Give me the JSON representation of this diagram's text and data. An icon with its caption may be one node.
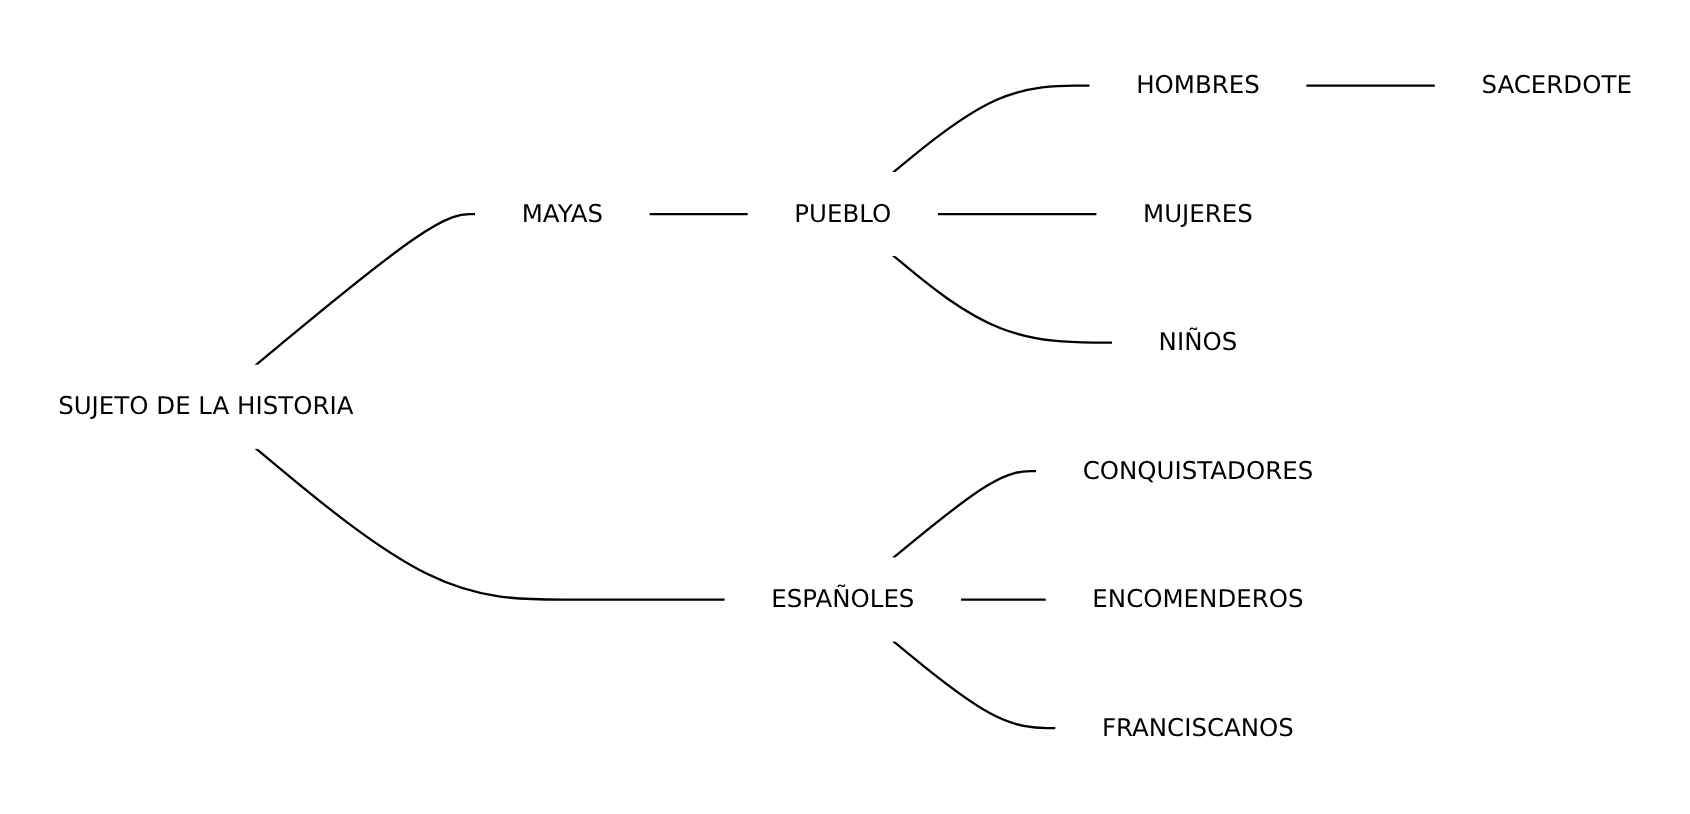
{
  "diagram": {
    "nodes": [
      {
        "text": [
          "SUJETO DE LA HISTORIA"
        ]
      },
      {
        "text": [
          "MAYAS"
        ]
      },
      {
        "text": [
          "PUEBLO"
        ]
      },
      {
        "text": [
          "HOMBRES"
        ]
      },
      {
        "text": [
          "SACERDOTE"
        ]
      },
      {
        "text": [
          "MUJERES"
        ]
      },
      {
        "text": [
          "NIÑOS"
        ]
      },
      {
        "text": [
          "ESPAÑOLES"
        ]
      },
      {
        "text": [
          "CONQUISTADORES"
        ]
      },
      {
        "text": [
          "ENCOMENDEROS"
        ]
      },
      {
        "text": [
          "FRANCISCANOS"
        ]
      }
    ],
    "edges": [
      {
        "from": 0,
        "to": 1,
        "arrow": "none"
      },
      {
        "from": 0,
        "to": 7,
        "arrow": "none"
      },
      {
        "from": 1,
        "to": 2,
        "arrow": "none"
      },
      {
        "from": 2,
        "to": 3,
        "arrow": "none"
      },
      {
        "from": 2,
        "to": 5,
        "arrow": "none"
      },
      {
        "from": 2,
        "to": 6,
        "arrow": "none"
      },
      {
        "from": 3,
        "to": 4,
        "arrow": "none"
      },
      {
        "from": 7,
        "to": 8,
        "arrow": "none"
      },
      {
        "from": 7,
        "to": 9,
        "arrow": "none"
      },
      {
        "from": 7,
        "to": 10,
        "arrow": "none"
      }
    ]
  }
}
